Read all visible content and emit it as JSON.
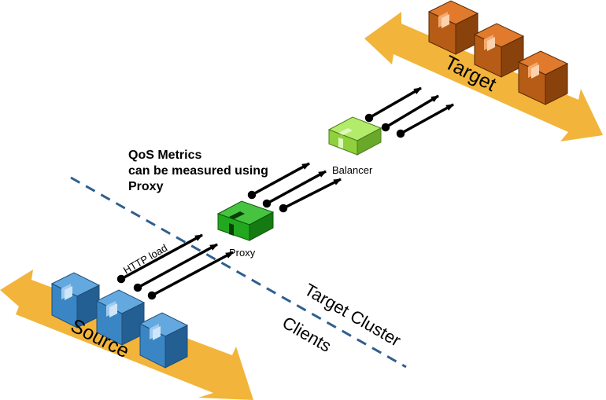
{
  "colors": {
    "band": "#f2b43a",
    "source_box": "#3a86c4",
    "proxy_box": "#22a81e",
    "balancer_box": "#8fd13c",
    "target_box": "#b75c16",
    "dashed_line": "#2f5f8e",
    "arrow": "#000000"
  },
  "icons": {
    "source_nodes": "blue-box-icon",
    "proxy_node": "green-box-icon",
    "balancer_node": "light-green-box-icon",
    "target_nodes": "orange-box-icon"
  },
  "labels": {
    "source": "Source",
    "target": "Target",
    "proxy": "Proxy",
    "balancer": "Balancer",
    "http_load": "HTTP load",
    "target_cluster": "Target Cluster",
    "clients": "Clients",
    "qos_line1": "QoS Metrics",
    "qos_line2": "can be measured using",
    "qos_line3": "Proxy"
  }
}
